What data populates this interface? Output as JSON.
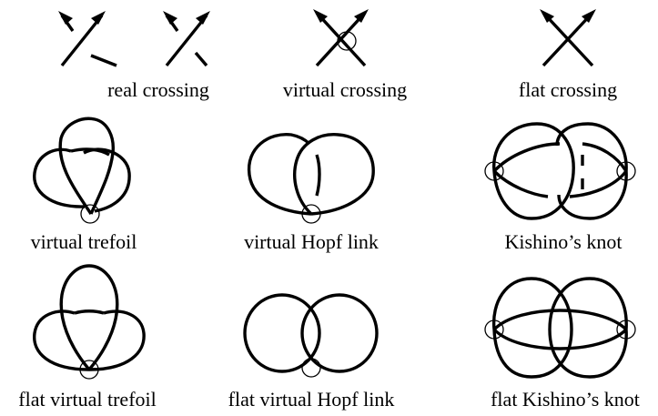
{
  "labels": {
    "real_crossing": "real crossing",
    "virtual_crossing": "virtual crossing",
    "flat_crossing": "flat crossing",
    "virtual_trefoil": "virtual trefoil",
    "virtual_hopf_link": "virtual Hopf link",
    "kishinos_knot": "Kishino’s knot",
    "flat_virtual_trefoil": "flat virtual trefoil",
    "flat_virtual_hopf_link": "flat virtual Hopf link",
    "flat_kishinos_knot": "flat Kishino’s knot"
  }
}
